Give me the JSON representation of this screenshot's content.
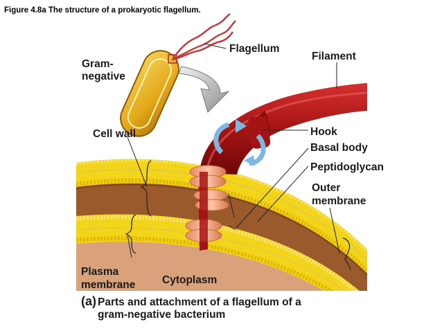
{
  "figure_title": "Figure 4.8a The structure of a prokaryotic flagellum.",
  "labels": {
    "flagellum": "Flagellum",
    "filament": "Filament",
    "gram_negative_line1": "Gram-",
    "gram_negative_line2": "negative",
    "cell_wall": "Cell wall",
    "hook": "Hook",
    "basal_body": "Basal body",
    "peptidoglycan": "Peptidoglycan",
    "outer_membrane_line1": "Outer",
    "outer_membrane_line2": "membrane",
    "plasma_membrane_line1": "Plasma",
    "plasma_membrane_line2": "membrane",
    "cytoplasm": "Cytoplasm"
  },
  "caption": {
    "letter": "(a)",
    "line1": "Parts and attachment of a flagellum of a",
    "line2": "gram-negative bacterium"
  },
  "colors": {
    "bacterium_body": "#e8b020",
    "flagellum_red": "#b01818",
    "membrane_yellow": "#f2d41a",
    "peptidoglycan_brown": "#9a5a2c",
    "cytoplasm_tan": "#c9906a",
    "basal_ring": "#f0a27a",
    "rotation_arrow": "#7fb8de"
  }
}
